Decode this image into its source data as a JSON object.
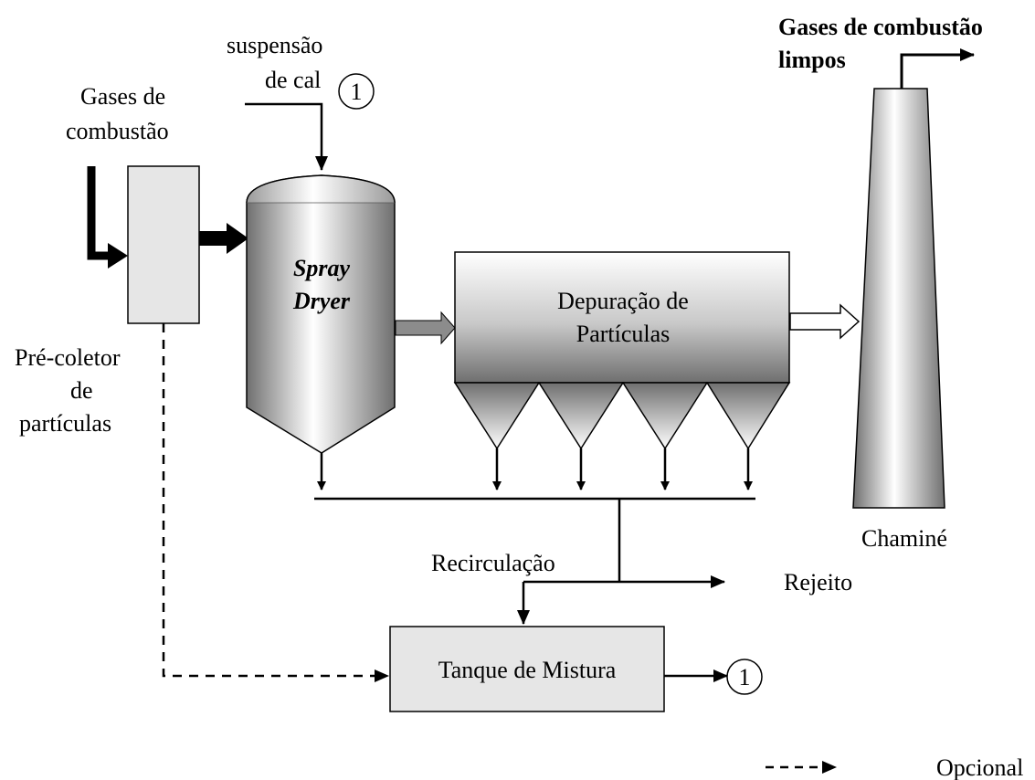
{
  "labels": {
    "lime_suspension_line1": "suspensão",
    "lime_suspension_line2": "de cal",
    "stream_number": "1",
    "flue_gas_line1": "Gases de",
    "flue_gas_line2": "combustão",
    "precollector_line1": "Pré-coletor",
    "precollector_line2": "de",
    "precollector_line3": "partículas",
    "spray_dryer_line1": "Spray",
    "spray_dryer_line2": "Dryer",
    "particle_removal_line1": "Depuração de",
    "particle_removal_line2": "Partículas",
    "clean_gas_line1": "Gases de combustão",
    "clean_gas_line2": "limpos",
    "chimney": "Chaminé",
    "recirculation": "Recirculação",
    "reject": "Rejeito",
    "mixing_tank": "Tanque de Mistura",
    "optional_legend": "Opcional"
  },
  "colors": {
    "box_fill": "#e6e6e6",
    "stroke": "#000000",
    "vessel_gradient_dark": "#6f6f6f",
    "vessel_gradient_light": "#ffffff",
    "arrow_gray": "#8c8c8c"
  }
}
